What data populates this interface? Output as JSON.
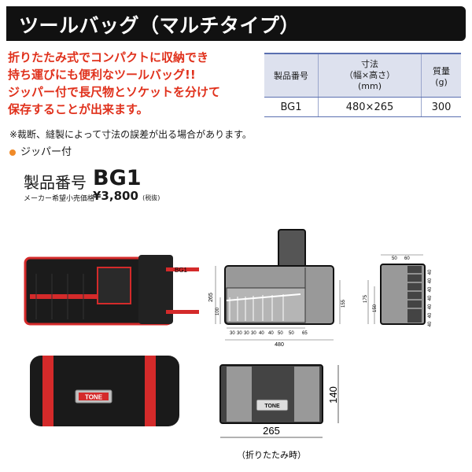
{
  "title": "ツールバッグ（マルチタイプ）",
  "lead_lines": [
    "折りたたみ式でコンパクトに収納でき",
    "持ち運びにも便利なツールバッグ!!",
    "ジッパー付で長尺物とソケットを分けて",
    "保存することが出来ます。"
  ],
  "spec_table": {
    "headers": [
      "製品番号",
      "寸法\n（幅×高さ）\n(mm)",
      "質量\n(g)"
    ],
    "row": [
      "BG1",
      "480×265",
      "300"
    ]
  },
  "note": "※裁断、縫製によって寸法の誤差が出る場合があります。",
  "feature": "ジッパー付",
  "product_number_label": "製品番号",
  "product_number": "BG1",
  "price_label": "メーカー希望小売価格",
  "price": "¥3,800",
  "price_tax": "(税抜)",
  "brand_logo": "TONE",
  "drawing": {
    "bg1_label": "BG1",
    "height_265": "265",
    "height_100": "100",
    "height_155": "155",
    "pocket_widths": [
      "30",
      "30",
      "30",
      "30",
      "40",
      "40",
      "50",
      "50",
      "65"
    ],
    "width_480": "480",
    "side_top": [
      "50",
      "60"
    ],
    "side_heights": [
      "175",
      "150"
    ],
    "socket_sizes": [
      "40",
      "40",
      "40",
      "40",
      "40",
      "40",
      "40"
    ],
    "folded_width": "265",
    "folded_height": "140",
    "folded_caption": "（折りたたみ時）"
  },
  "colors": {
    "accent_red": "#e0311c",
    "table_blue": "#5a6fb0",
    "bag_red": "#d42a2a"
  }
}
